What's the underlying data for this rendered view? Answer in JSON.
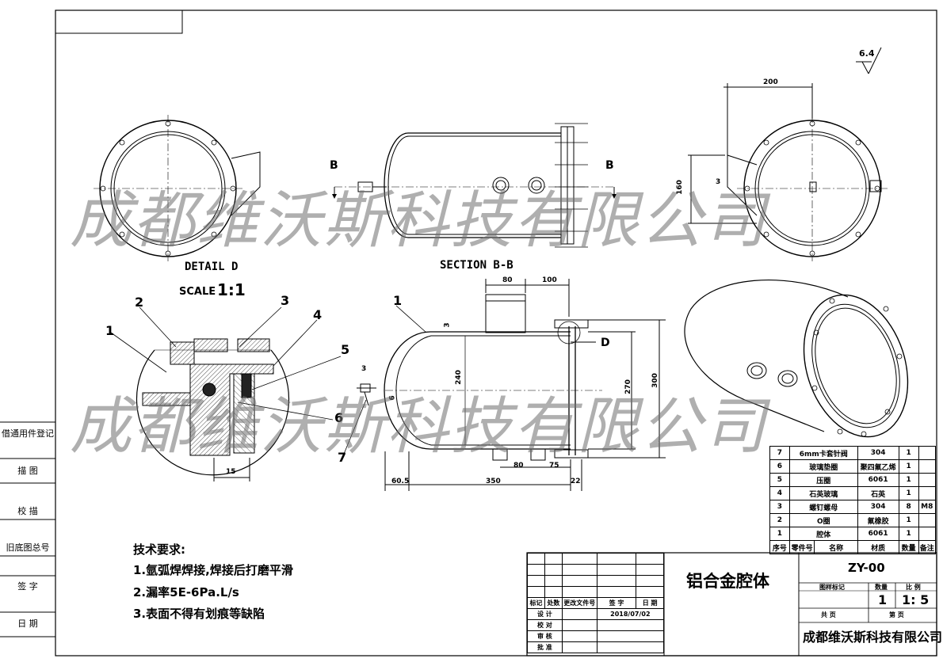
{
  "watermark": "成都维沃斯科技有限公司",
  "surface_roughness": "6.4",
  "views": {
    "section_title": "SECTION B-B",
    "section_mark": "B",
    "detail_title": "DETAIL D",
    "detail_scale_label": "SCALE",
    "detail_scale_value": "1:1",
    "detail_mark": "D"
  },
  "dimensions": {
    "d200": "200",
    "d160": "160",
    "d3a": "3",
    "d80a": "80",
    "d100": "100",
    "d3b": "3",
    "d3c": "3",
    "d240": "240",
    "d6": "6",
    "d270": "270",
    "d300": "300",
    "d80b": "80",
    "d75": "75",
    "d60_5": "60.5",
    "d350": "350",
    "d22": "22",
    "d15": "15"
  },
  "balloons": [
    "1",
    "2",
    "3",
    "4",
    "5",
    "6",
    "7"
  ],
  "main_balloon": "1",
  "side_labels": [
    "借通用件登记",
    "描  图",
    "校  描",
    "旧底图总号",
    "签  字",
    "日  期"
  ],
  "notes": {
    "title": "技术要求:",
    "items": [
      "1.氩弧焊焊接,焊接后打磨平滑",
      "2.漏率5E-6Pa.L/s",
      "3.表面不得有划痕等缺陷"
    ]
  },
  "parts": {
    "rows": [
      [
        "7",
        "6mm卡套针阀",
        "304",
        "1",
        ""
      ],
      [
        "6",
        "玻璃垫圈",
        "聚四氟乙烯",
        "1",
        ""
      ],
      [
        "5",
        "压圈",
        "6061",
        "1",
        ""
      ],
      [
        "4",
        "石英玻璃",
        "石英",
        "1",
        ""
      ],
      [
        "3",
        "螺钉螺母",
        "304",
        "8",
        "M8"
      ],
      [
        "2",
        "O圈",
        "氟橡胶",
        "1",
        ""
      ],
      [
        "1",
        "腔体",
        "6061",
        "1",
        ""
      ]
    ],
    "header": [
      "序号",
      "零件号",
      "名称",
      "材质",
      "数量",
      "备注"
    ]
  },
  "title_block": {
    "name": "铝合金腔体",
    "drawing_no": "ZY-00",
    "stage_label": "图样标记",
    "qty_label": "数量",
    "scale_label": "比 例",
    "qty": "1",
    "scale": "1: 5",
    "total_label": "共   页",
    "page_label": "第   页",
    "company": "成都维沃斯科技有限公司",
    "rev_headers": [
      "标记",
      "处数",
      "更改文件号",
      "签 字",
      "日 期"
    ],
    "design_label": "设  计",
    "check_label": "校  对",
    "review_label": "审  核",
    "approve_label": "批  准",
    "date": "2018/07/02"
  }
}
